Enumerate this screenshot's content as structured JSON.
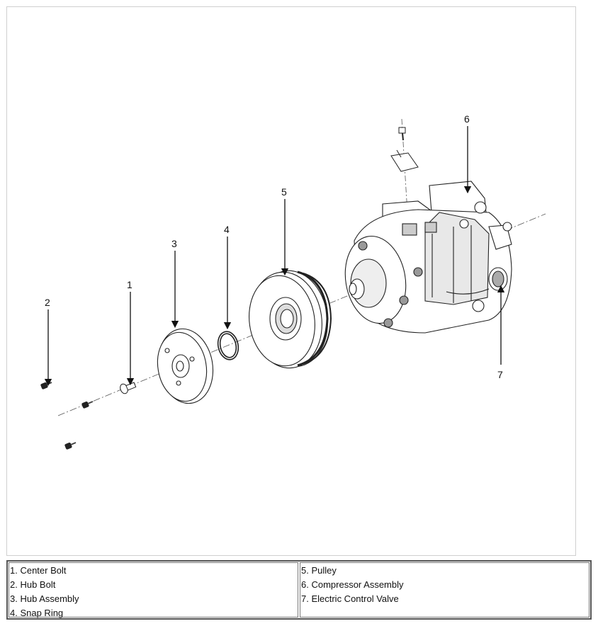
{
  "diagram": {
    "callouts": [
      "1",
      "2",
      "3",
      "4",
      "5",
      "6",
      "7"
    ]
  },
  "legend": {
    "left": [
      "1. Center Bolt",
      "2. Hub Bolt",
      "3. Hub Assembly",
      "4. Snap Ring"
    ],
    "right": [
      "5. Pulley",
      "6. Compressor Assembly",
      "7. Electric Control Valve"
    ]
  }
}
